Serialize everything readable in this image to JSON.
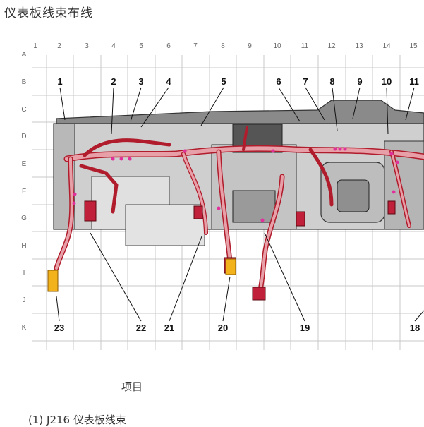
{
  "title": "仪表板线束布线",
  "grid": {
    "columns": [
      "1",
      "2",
      "3",
      "4",
      "5",
      "6",
      "7",
      "8",
      "9",
      "10",
      "11",
      "12",
      "13",
      "14",
      "15"
    ],
    "rows": [
      "A",
      "B",
      "C",
      "D",
      "E",
      "F",
      "G",
      "H",
      "I",
      "J",
      "K",
      "L"
    ]
  },
  "callouts_top": [
    "1",
    "2",
    "3",
    "4",
    "5",
    "6",
    "7",
    "8",
    "9",
    "10",
    "11"
  ],
  "callouts_bottom": [
    "23",
    "22",
    "21",
    "20",
    "19",
    "18"
  ],
  "section_label": "项目",
  "legend": [
    "(1) J216 仪表板线束"
  ],
  "colors": {
    "harness": "#e8a0a8",
    "harness_outline": "#b01c2c",
    "connector": "#e0309a",
    "accent_yellow": "#f2b21c",
    "panel": "#d9d9d9"
  }
}
